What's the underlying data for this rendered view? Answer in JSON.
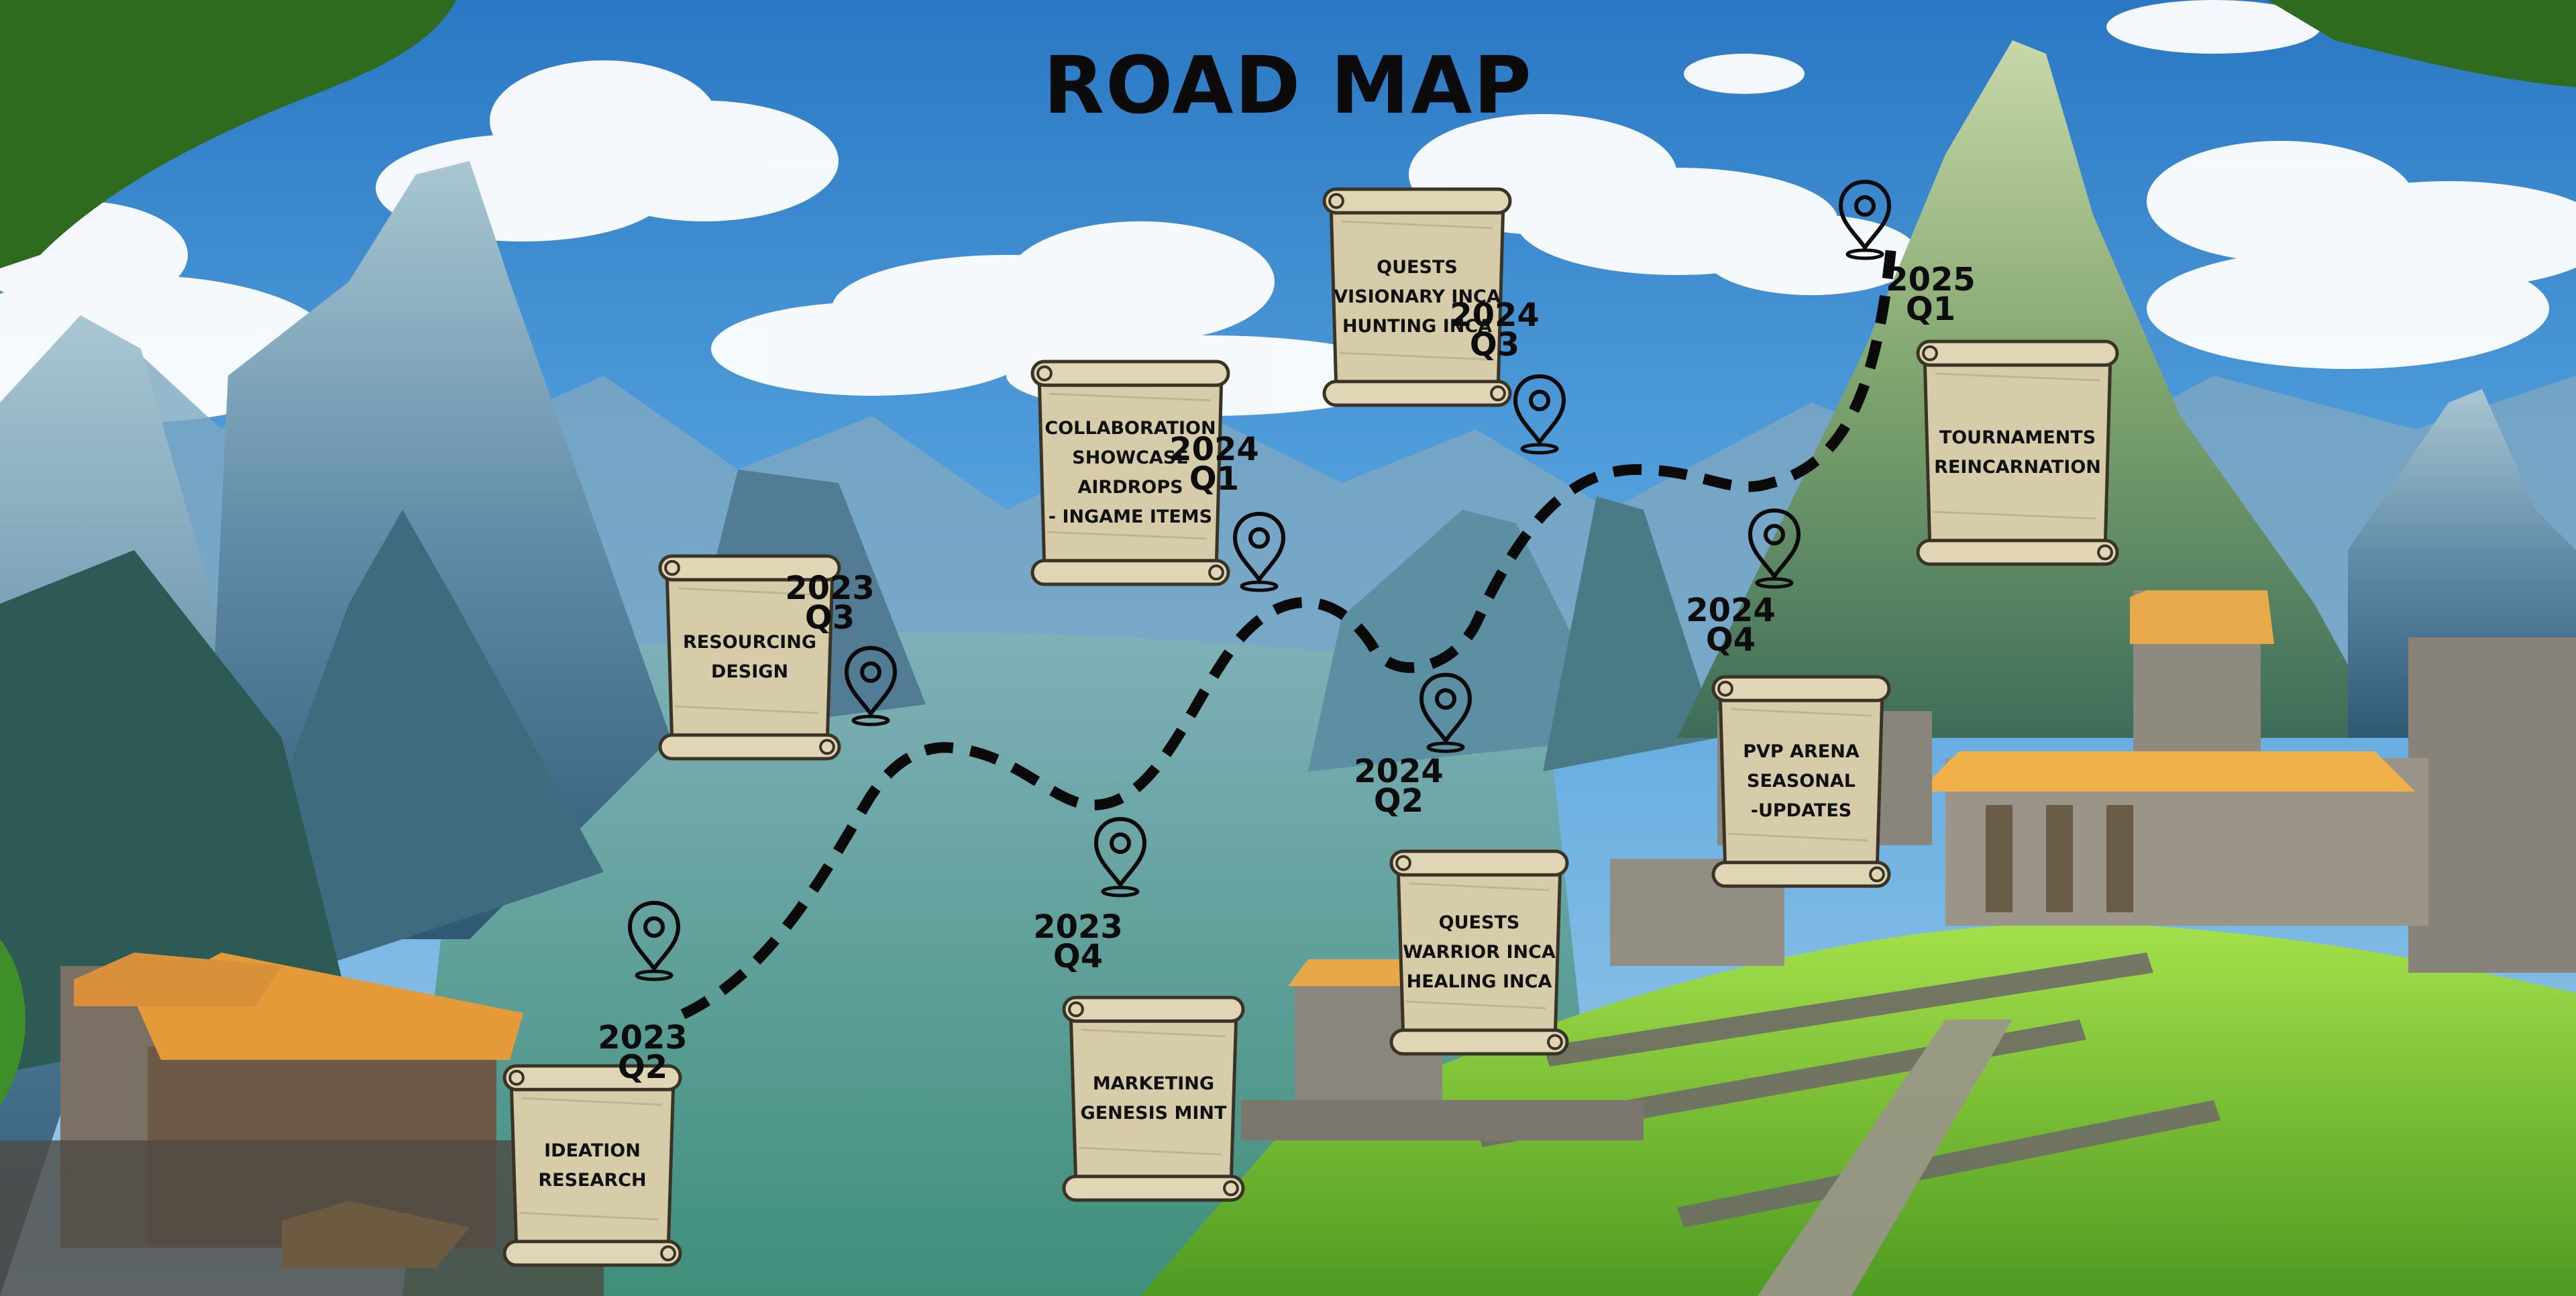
{
  "title": "ROAD MAP",
  "colors": {
    "sky_top": "#2f7fc9",
    "sky_mid": "#6fb2e6",
    "mountain_dark": "#3b5f7a",
    "mountain_light": "#8fb4c8",
    "grass": "#7ccf2f",
    "roof": "#e7a94a",
    "stone": "#8d8a82",
    "parchment": "#d7ccaa",
    "parchment_edge": "#3a3426",
    "path": "#0a0a0a"
  },
  "milestones": [
    {
      "year": "2023",
      "quarter": "Q2",
      "items": [
        "IDEATION",
        "RESEARCH"
      ]
    },
    {
      "year": "2023",
      "quarter": "Q3",
      "items": [
        "RESOURCING",
        "DESIGN"
      ]
    },
    {
      "year": "2023",
      "quarter": "Q4",
      "items": [
        "MARKETING",
        "GENESIS MINT"
      ]
    },
    {
      "year": "2024",
      "quarter": "Q1",
      "items": [
        "COLLABORATION",
        "SHOWCASE",
        "AIRDROPS",
        "- INGAME ITEMS"
      ]
    },
    {
      "year": "2024",
      "quarter": "Q2",
      "items": [
        "QUESTS",
        "WARRIOR INCA",
        "HEALING INCA"
      ]
    },
    {
      "year": "2024",
      "quarter": "Q3",
      "items": [
        "QUESTS",
        "VISIONARY INCA",
        "HUNTING INCA"
      ]
    },
    {
      "year": "2024",
      "quarter": "Q4",
      "items": [
        "PVP ARENA",
        "SEASONAL",
        "-UPDATES"
      ]
    },
    {
      "year": "2025",
      "quarter": "Q1",
      "items": [
        "TOURNAMENTS",
        "REINCARNATION"
      ]
    }
  ]
}
